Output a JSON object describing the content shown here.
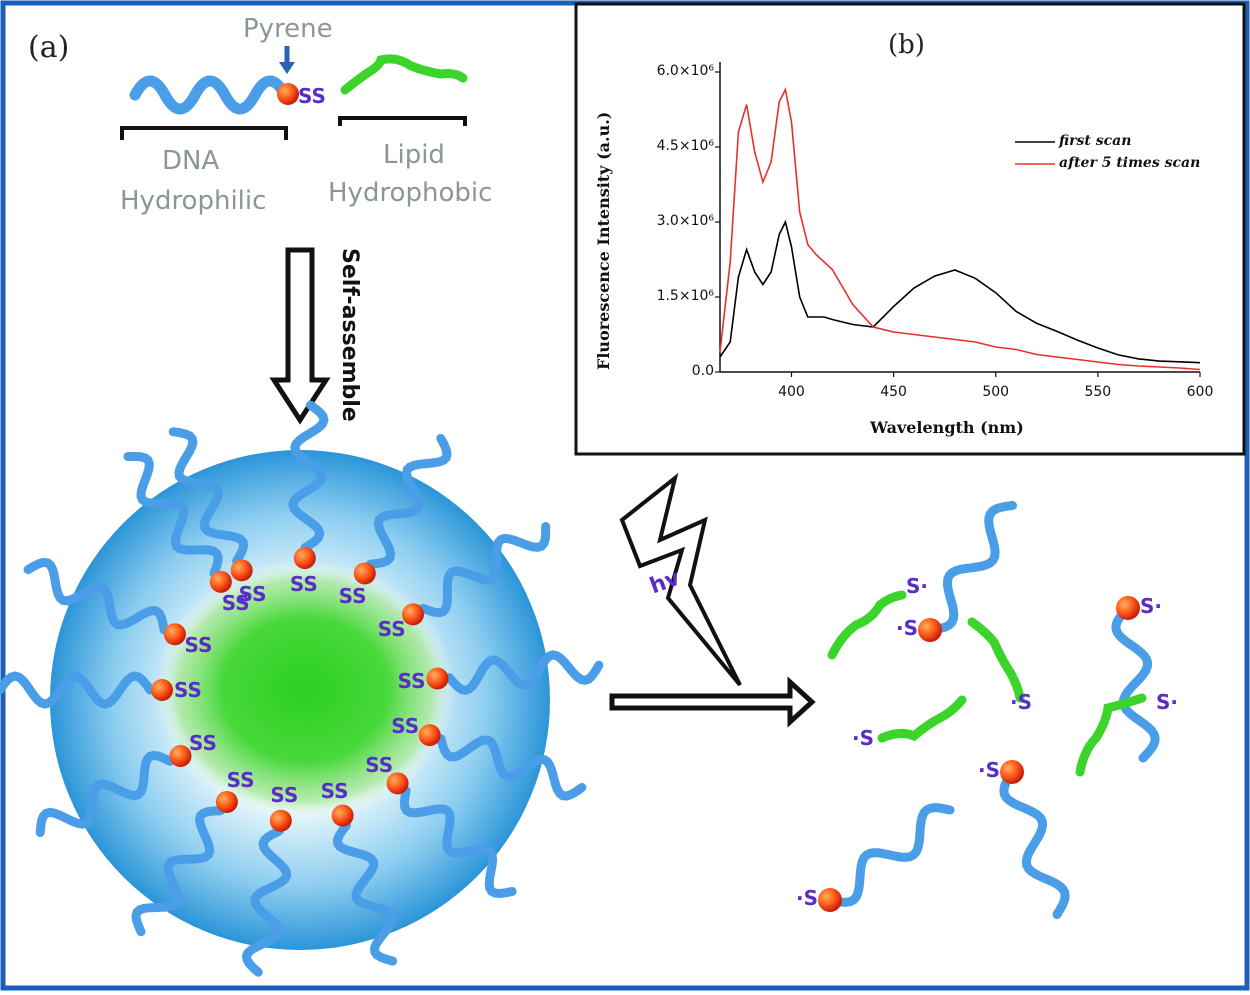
{
  "panel_a": {
    "label": "(a)",
    "pyrene": "Pyrene",
    "dna": "DNA",
    "hydrophilic": "Hydrophilic",
    "lipid": "Lipid",
    "hydrophobic": "Hydrophobic",
    "self_assemble": "Self-assemble",
    "ss": "SS",
    "hv": "hv",
    "s_radical": "S·",
    "s_radical_left": "·S"
  },
  "colors": {
    "dna": "#4a9ee8",
    "lipid": "#3ad42a",
    "pyrene": "#e8421a",
    "disulfide": "#5a2cc8",
    "frame": "#1c5fb8",
    "shell": "#3fa8e0",
    "core": "#3ad42a"
  },
  "chart_data": {
    "type": "line",
    "panel_label": "(b)",
    "xlabel": "Wavelength (nm)",
    "ylabel": "Fluorescence Intensity (a.u.)",
    "xlim": [
      365,
      600
    ],
    "ylim": [
      0,
      6.2
    ],
    "x_ticks": [
      "400",
      "450",
      "500",
      "550",
      "600"
    ],
    "y_ticks": [
      "0.0",
      "1.5×10⁶",
      "3.0×10⁶",
      "4.5×10⁶",
      "6.0×10⁶"
    ],
    "series": [
      {
        "name": "first scan",
        "color": "#000000",
        "x": [
          365,
          370,
          374,
          378,
          382,
          386,
          390,
          394,
          397,
          400,
          404,
          408,
          412,
          416,
          420,
          430,
          440,
          450,
          460,
          470,
          480,
          490,
          500,
          510,
          520,
          530,
          540,
          550,
          560,
          570,
          580,
          590,
          600
        ],
        "y": [
          0.3,
          0.6,
          1.9,
          2.45,
          2.0,
          1.75,
          2.0,
          2.75,
          3.0,
          2.5,
          1.5,
          1.1,
          1.1,
          1.1,
          1.05,
          0.95,
          0.9,
          1.35,
          1.7,
          1.9,
          2.0,
          1.85,
          1.6,
          1.25,
          1.0,
          0.8,
          0.6,
          0.45,
          0.35,
          0.3,
          0.25,
          0.2,
          0.15
        ]
      },
      {
        "name": "after 5 times scan",
        "color": "#e8302a",
        "x": [
          365,
          370,
          374,
          378,
          382,
          386,
          390,
          394,
          397,
          400,
          404,
          408,
          412,
          416,
          420,
          430,
          440,
          450,
          460,
          470,
          480,
          490,
          500,
          510,
          520,
          530,
          540,
          550,
          560,
          570,
          580,
          590,
          600
        ],
        "y": [
          0.4,
          2.2,
          4.8,
          5.35,
          4.4,
          3.8,
          4.2,
          5.4,
          5.65,
          5.0,
          3.2,
          2.55,
          2.35,
          2.2,
          2.05,
          1.35,
          0.9,
          0.8,
          0.75,
          0.7,
          0.65,
          0.6,
          0.5,
          0.45,
          0.35,
          0.3,
          0.25,
          0.2,
          0.15,
          0.12,
          0.1,
          0.08,
          0.05
        ]
      }
    ],
    "legend_position": "top-right",
    "grid": false
  }
}
